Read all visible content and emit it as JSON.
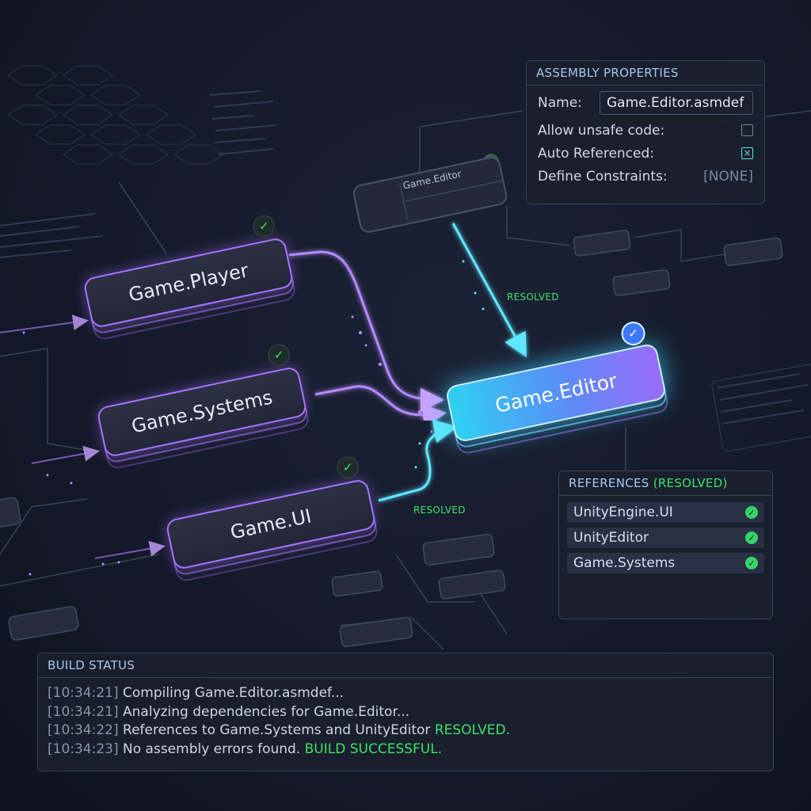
{
  "assembly_properties": {
    "title": "ASSEMBLY PROPERTIES",
    "name_label": "Name:",
    "name_value": "Game.Editor.asmdef",
    "allow_unsafe_label": "Allow unsafe code:",
    "auto_referenced_label": "Auto Referenced:",
    "define_constraints_label": "Define Constraints:",
    "define_constraints_value": "[NONE]"
  },
  "nodes": {
    "player": "Game.Player",
    "systems": "Game.Systems",
    "ui": "Game.UI",
    "editor": "Game.Editor",
    "ghost_editor": "Game.Editor"
  },
  "edge_labels": {
    "top": "RESOLVED",
    "bottom": "RESOLVED"
  },
  "references": {
    "title": "REFERENCES",
    "status": "(RESOLVED)",
    "items": [
      "UnityEngine.UI",
      "UnityEditor",
      "Game.Systems"
    ]
  },
  "build_status": {
    "title": "BUILD STATUS",
    "lines": [
      {
        "time": "[10:34:21]",
        "text": "Compiling Game.Editor.asmdef...",
        "highlight": ""
      },
      {
        "time": "[10:34:21]",
        "text": "Analyzing dependencies for Game.Editor...",
        "highlight": ""
      },
      {
        "time": "[10:34:22]",
        "text": "References to Game.Systems and UnityEditor",
        "highlight": "RESOLVED."
      },
      {
        "time": "[10:34:23]",
        "text": "No assembly errors found.",
        "highlight": "BUILD SUCCESSFUL."
      }
    ]
  },
  "colors": {
    "accent_purple": "#a874ff",
    "accent_cyan": "#3ad6f5",
    "success_green": "#3ee36a"
  }
}
